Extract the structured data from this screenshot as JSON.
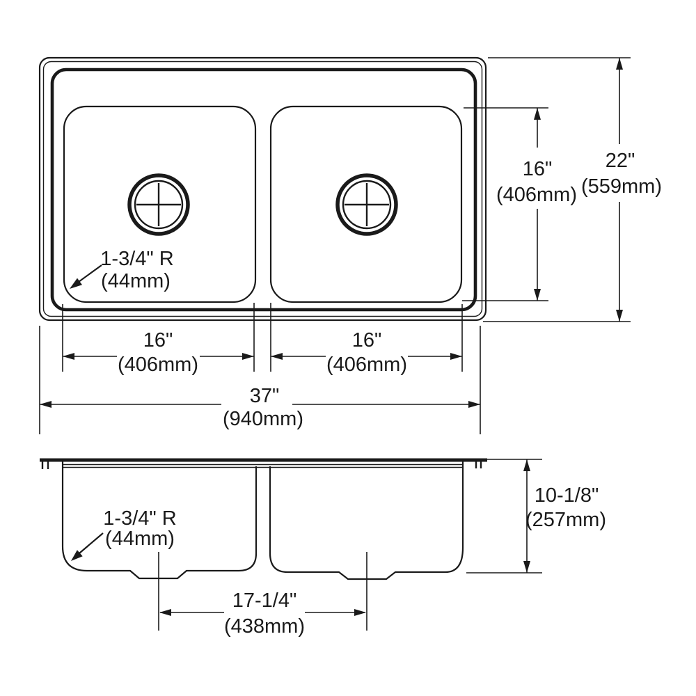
{
  "drawing": {
    "type": "double-bowl-sink-dimension-drawing",
    "colors": {
      "line": "#1a1a1a",
      "background": "#ffffff"
    },
    "top_view": {
      "overall_width_label": {
        "inches": "37\"",
        "metric": "(940mm)"
      },
      "overall_depth_label": {
        "inches": "22\"",
        "metric": "(559mm)"
      },
      "left_bowl_width_label": {
        "inches": "16\"",
        "metric": "(406mm)"
      },
      "right_bowl_width_label": {
        "inches": "16\"",
        "metric": "(406mm)"
      },
      "bowl_depth_label": {
        "inches": "16\"",
        "metric": "(406mm)"
      },
      "corner_radius_label": {
        "radius": "1-3/4\" R",
        "metric": "(44mm)"
      }
    },
    "front_view": {
      "bowl_height_label": {
        "inches": "10-1/8\"",
        "metric": "(257mm)"
      },
      "drain_spacing_label": {
        "inches": "17-1/4\"",
        "metric": "(438mm)"
      },
      "corner_radius_label": {
        "radius": "1-3/4\" R",
        "metric": "(44mm)"
      }
    }
  }
}
